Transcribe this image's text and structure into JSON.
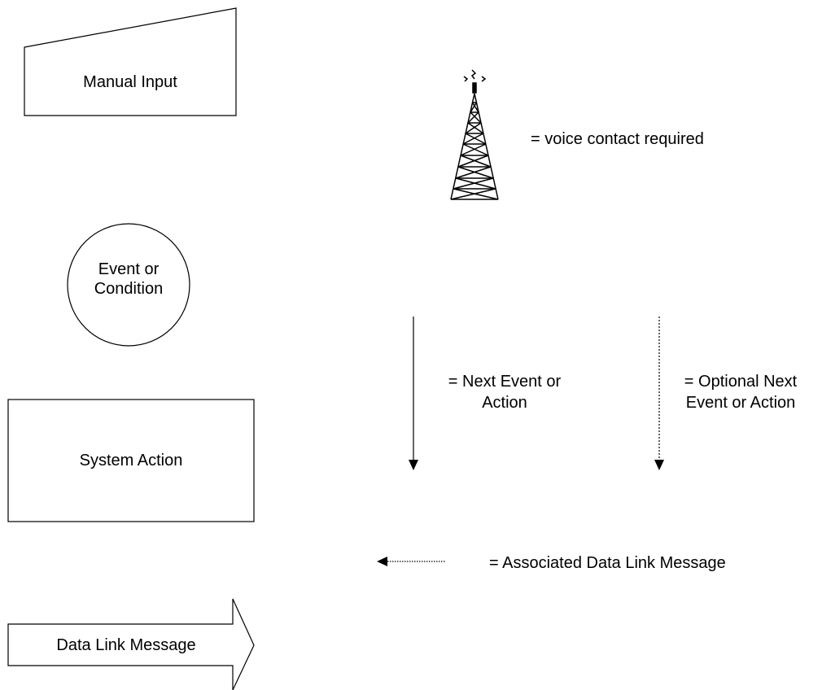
{
  "legend": {
    "manual_input": "Manual Input",
    "event_line1": "Event or",
    "event_line2": "Condition",
    "system_action": "System Action",
    "data_link_message": "Data Link Message",
    "voice_contact": "= voice contact required",
    "next_line1": "= Next Event or",
    "next_line2": "Action",
    "optional_line1": "= Optional Next",
    "optional_line2": "Event or Action",
    "associated_msg": "= Associated Data Link Message"
  },
  "colors": {
    "stroke": "#000000",
    "background": "#ffffff"
  }
}
